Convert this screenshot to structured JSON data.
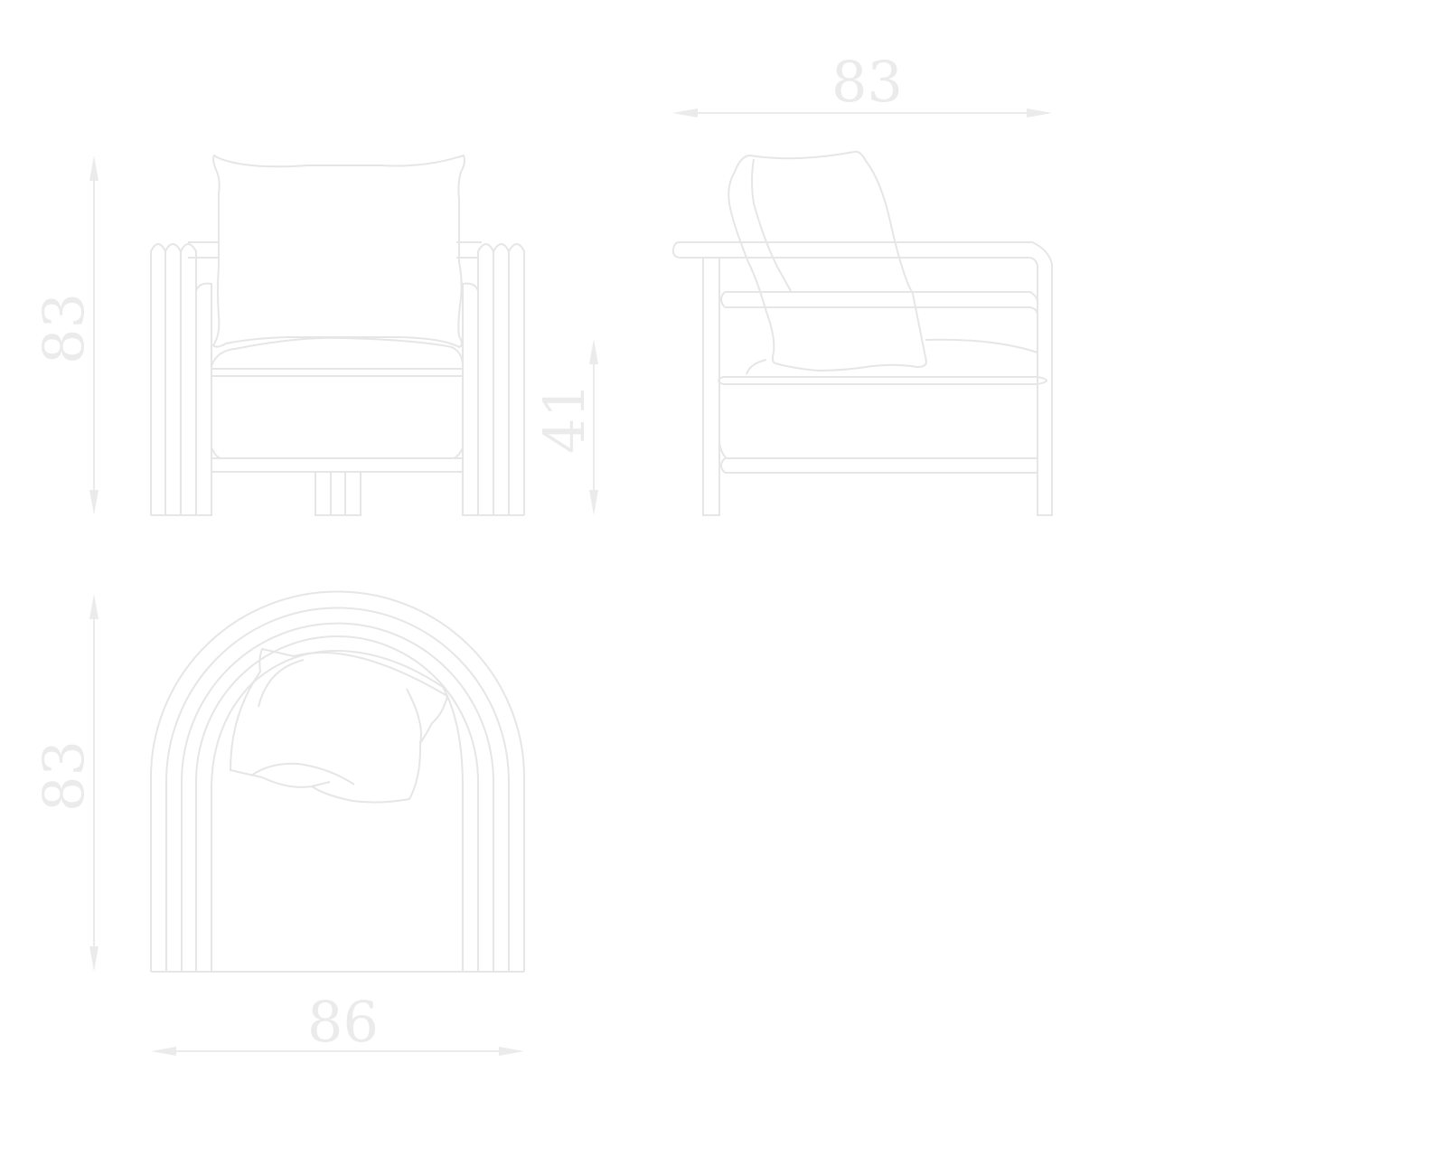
{
  "drawing": {
    "front_view": {
      "height_label": "83",
      "seat_height_label": "41"
    },
    "side_view": {
      "depth_label": "83"
    },
    "top_view": {
      "depth_label": "83",
      "width_label": "86"
    },
    "line_color": "#e6e6e6"
  }
}
